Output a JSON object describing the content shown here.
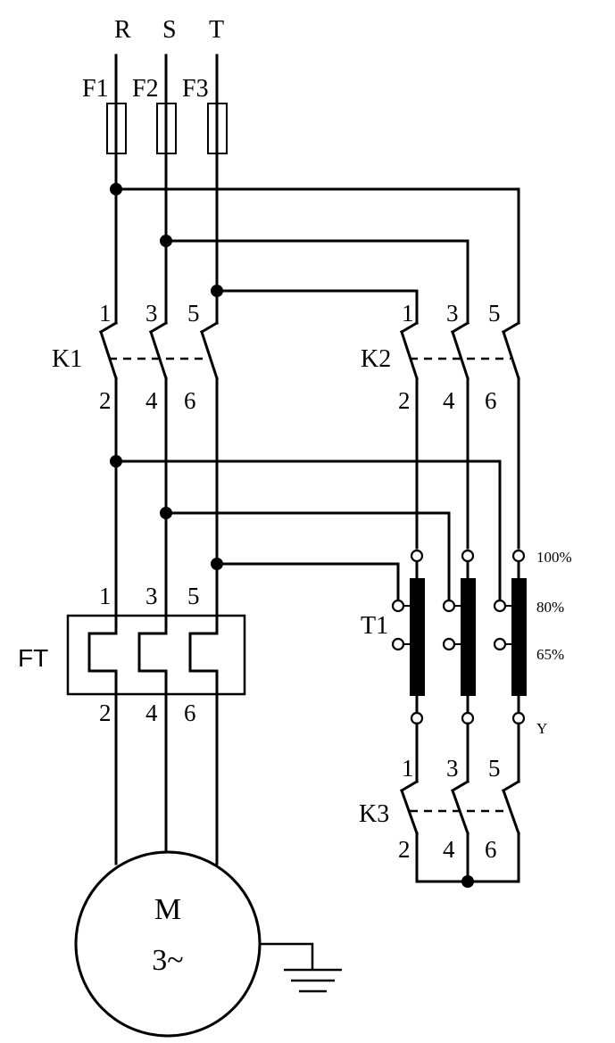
{
  "phases": [
    "R",
    "S",
    "T"
  ],
  "fuses": [
    "F1",
    "F2",
    "F3"
  ],
  "contactors": {
    "k1": {
      "label": "K1",
      "top": [
        "1",
        "3",
        "5"
      ],
      "bottom": [
        "2",
        "4",
        "6"
      ]
    },
    "k2": {
      "label": "K2",
      "top": [
        "1",
        "3",
        "5"
      ],
      "bottom": [
        "2",
        "4",
        "6"
      ]
    },
    "k3": {
      "label": "K3",
      "top": [
        "1",
        "3",
        "5"
      ],
      "bottom": [
        "2",
        "4",
        "6"
      ]
    }
  },
  "overload": {
    "label": "FT",
    "top": [
      "1",
      "3",
      "5"
    ],
    "bottom": [
      "2",
      "4",
      "6"
    ]
  },
  "autotransformer": {
    "label": "T1",
    "taps": [
      "100%",
      "80%",
      "65%"
    ],
    "neutral": "Y"
  },
  "motor": {
    "symbol": "M",
    "type": "3~"
  }
}
